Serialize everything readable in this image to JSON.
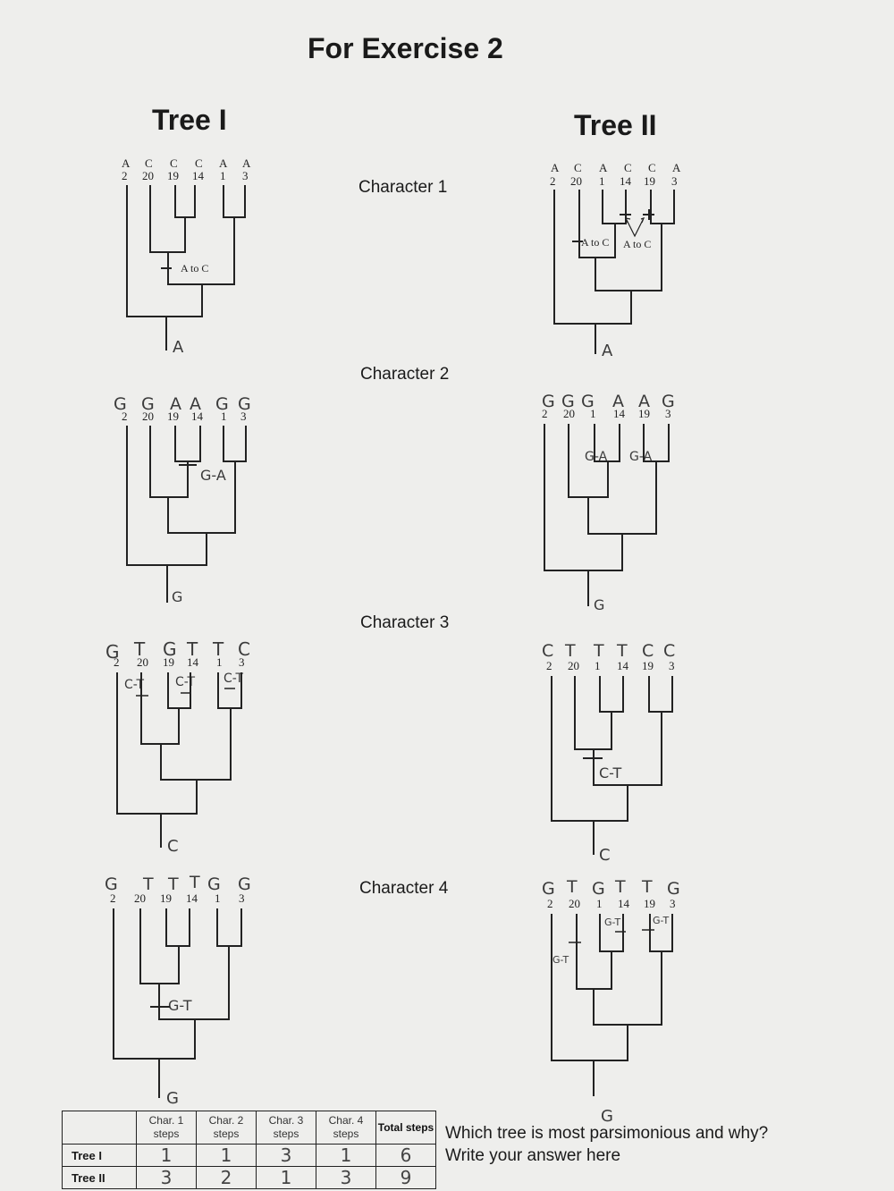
{
  "page_title": "For Exercise 2",
  "tree_titles": [
    "Tree I",
    "Tree II"
  ],
  "characters": [
    "Character 1",
    "Character 2",
    "Character 3",
    "Character 4"
  ],
  "tree1": {
    "taxa": [
      "2",
      "20",
      "19",
      "14",
      "1",
      "3"
    ],
    "char1": {
      "states": [
        "A",
        "C",
        "C",
        "C",
        "A",
        "A"
      ],
      "change": "A to C",
      "root": "A"
    },
    "char2": {
      "states": [
        "G",
        "G",
        "A",
        "A",
        "G",
        "G"
      ],
      "change": "G-A",
      "root": "G"
    },
    "char3": {
      "states": [
        "G",
        "T",
        "G",
        "T",
        "T",
        "C"
      ],
      "changes": [
        "C-T",
        "C-T",
        "C-T"
      ],
      "root": "C"
    },
    "char4": {
      "states": [
        "G",
        "T",
        "T",
        "T",
        "G",
        "G"
      ],
      "change": "G-T",
      "root": "G"
    }
  },
  "tree2": {
    "taxa": [
      "2",
      "20",
      "1",
      "14",
      "19",
      "3"
    ],
    "char1": {
      "states": [
        "A",
        "C",
        "A",
        "C",
        "C",
        "A"
      ],
      "changes": [
        "A to C",
        "A to C"
      ],
      "root": "A"
    },
    "char2": {
      "states": [
        "G",
        "G",
        "G",
        "A",
        "A",
        "G"
      ],
      "changes": [
        "G-A",
        "G-A"
      ],
      "root": "G"
    },
    "char3": {
      "states": [
        "C",
        "T",
        "T",
        "T",
        "C",
        "C"
      ],
      "change": "C-T",
      "root": "C"
    },
    "char4": {
      "states": [
        "G",
        "T",
        "G",
        "T",
        "T",
        "G"
      ],
      "changes": [
        "G-T",
        "G-T",
        "G-T"
      ],
      "root": "G"
    }
  },
  "table": {
    "headers": [
      "Char. 1 steps",
      "Char. 2 steps",
      "Char. 3 steps",
      "Char. 4 steps",
      "Total steps"
    ],
    "rows": [
      {
        "label": "Tree I",
        "values": [
          "1",
          "1",
          "3",
          "1",
          "6"
        ]
      },
      {
        "label": "Tree II",
        "values": [
          "3",
          "2",
          "1",
          "3",
          "9"
        ]
      }
    ]
  },
  "question": "Which tree is most parsimonious and why?",
  "answer_prompt": "Write your answer here"
}
